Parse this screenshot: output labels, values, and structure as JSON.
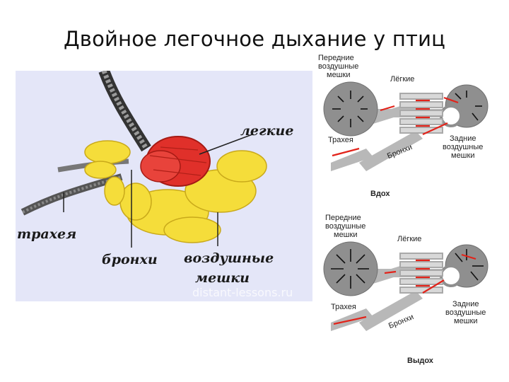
{
  "title": "Двойное легочное дыхание у птиц",
  "photo": {
    "labels": {
      "lungs": "легкие",
      "trachea": "трахея",
      "bronchi": "бронхи",
      "air_sacs_1": "воздушные",
      "air_sacs_2": "мешки"
    },
    "watermark": "distant-lessons.ru"
  },
  "schemes": [
    {
      "anterior_1": "Передние",
      "anterior_2": "воздушные",
      "anterior_3": "мешки",
      "lungs": "Лёгкие",
      "trachea": "Трахея",
      "bronchi": "Бронхи",
      "posterior_1": "Задние",
      "posterior_2": "воздушные",
      "posterior_3": "мешки",
      "caption": "Вдох"
    },
    {
      "anterior_1": "Передние",
      "anterior_2": "воздушные",
      "anterior_3": "мешки",
      "lungs": "Лёгкие",
      "trachea": "Трахея",
      "bronchi": "Бронхи",
      "posterior_1": "Задние",
      "posterior_2": "воздушные",
      "posterior_3": "мешки",
      "caption": "Выдох"
    }
  ],
  "colors": {
    "sac_fill": "#8f8f8f",
    "airway": "#b8b8b8",
    "arrow": "#e2231a",
    "lung_tissue": "#e0302a",
    "air_sac_yellow": "#f5dd3a",
    "panel_bg": "#e4e6f8"
  }
}
